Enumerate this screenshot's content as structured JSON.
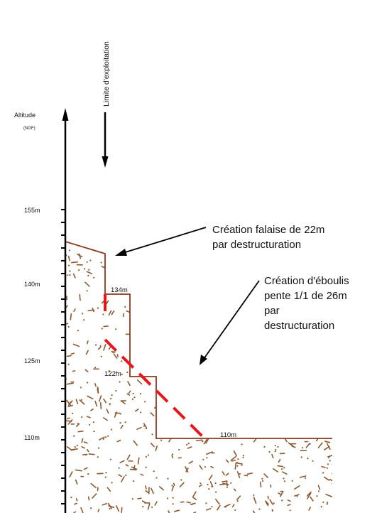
{
  "axis": {
    "title": "Altitude",
    "unit": "(NGF)",
    "ticks": [
      {
        "label": "155m",
        "value": 155
      },
      {
        "label": "140m",
        "value": 140
      },
      {
        "label": "125m",
        "value": 125
      },
      {
        "label": "110m",
        "value": 110
      }
    ]
  },
  "limit_label": "Limite d'exploitation",
  "annotations": {
    "falaise": [
      "Création falaise de 22m",
      "par destructuration"
    ],
    "eboulis": [
      "Création d'éboulis",
      "pente 1/1 de 26m",
      "par",
      "destructuration"
    ]
  },
  "benches": [
    {
      "label": "134m",
      "altitude": 134
    },
    {
      "label": "122m",
      "altitude": 122
    },
    {
      "label": "110m",
      "altitude": 110
    }
  ],
  "colors": {
    "ground_line": "#8B3A1E",
    "rubble": "#8B5A33",
    "slope_dash": "#E8161B",
    "axis": "#000000"
  }
}
